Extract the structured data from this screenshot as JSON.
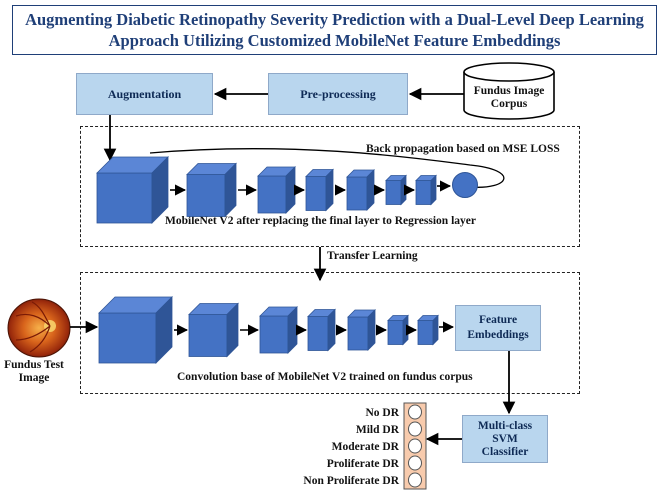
{
  "title": "Augmenting Diabetic Retinopathy Severity Prediction with a Dual-Level Deep Learning Approach Utilizing Customized MobileNet Feature Embeddings",
  "nodes": {
    "augmentation": "Augmentation",
    "preprocessing": "Pre-processing",
    "corpus": "Fundus Image Corpus",
    "feature_embeddings": "Feature Embeddings",
    "svm": "Multi-class SVM Classifier"
  },
  "labels": {
    "backprop": "Back propagation based on MSE LOSS",
    "top_caption": "MobileNet V2 after replacing the final layer to Regression layer",
    "transfer": "Transfer Learning",
    "bottom_caption": "Convolution base of MobileNet V2 trained on fundus corpus",
    "test_image": "Fundus Test Image"
  },
  "classes": [
    "No DR",
    "Mild DR",
    "Moderate DR",
    "Proliferate DR",
    "Non Proliferate DR"
  ],
  "colors": {
    "title": "#1f3f78",
    "node_fill": "#b9d6ee",
    "cube_front": "#4472c4",
    "cube_top": "#5b86d6",
    "cube_side": "#2f5597",
    "output_fill": "#f8cbad"
  }
}
